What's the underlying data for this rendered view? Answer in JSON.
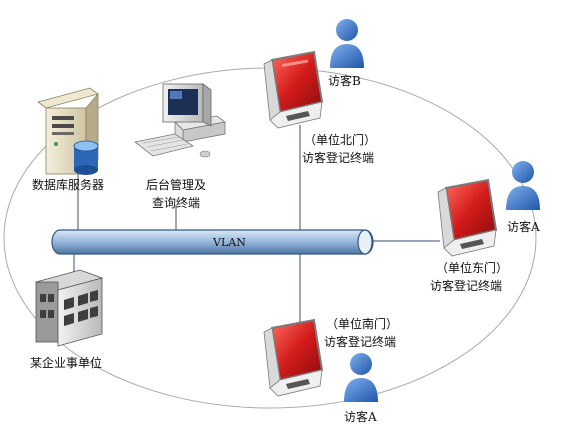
{
  "network": {
    "bus_label": "VLAN"
  },
  "nodes": {
    "db_server": {
      "label": "数据库服务器",
      "icon": "database-server-icon"
    },
    "admin_pc": {
      "label_line1": "后台管理及",
      "label_line2": "查询终端",
      "icon": "desktop-computer-icon"
    },
    "company": {
      "label": "某企业事单位",
      "icon": "office-building-icon"
    },
    "kiosk_north": {
      "label_line1": "（单位北门）",
      "label_line2": "访客登记终端",
      "icon": "registration-kiosk-icon"
    },
    "kiosk_east": {
      "label_line1": "（单位东门）",
      "label_line2": "访客登记终端",
      "icon": "registration-kiosk-icon"
    },
    "kiosk_south": {
      "label_line1": "（单位南门）",
      "label_line2": "访客登记终端",
      "icon": "registration-kiosk-icon"
    },
    "visitor_b": {
      "label": "访客B",
      "icon": "user-icon"
    },
    "visitor_a_east": {
      "label": "访客A",
      "icon": "user-icon"
    },
    "visitor_a_south": {
      "label": "访客A",
      "icon": "user-icon"
    }
  },
  "colors": {
    "bus_fill": "#8fb0d6",
    "bus_outline": "#34577f",
    "person": "#2f6ec2",
    "kiosk_screen": "#c4161c",
    "ellipse": "#a7a7a7",
    "lines": "#5b6f86"
  }
}
